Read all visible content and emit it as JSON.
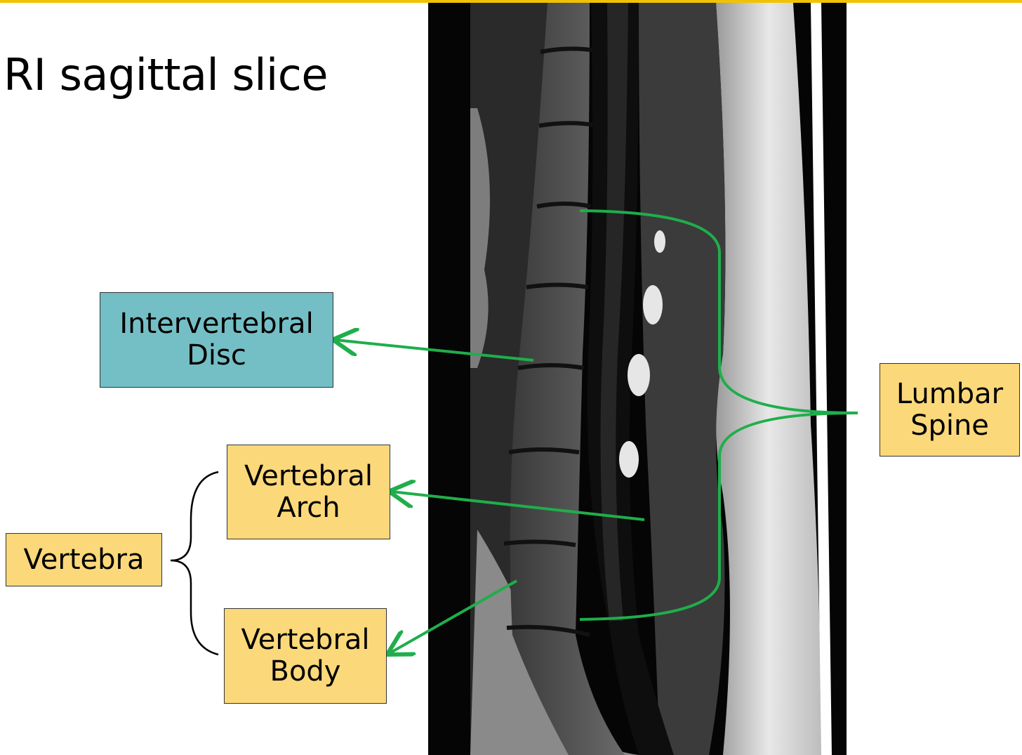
{
  "slide": {
    "title": "MRI sagittal slice"
  },
  "labels": {
    "intervertebral_disc": "Intervertebral\nDisc",
    "vertebral_arch": "Vertebral\nArch",
    "vertebral_body": "Vertebral\nBody",
    "vertebra": "Vertebra",
    "lumbar_spine": "Lumbar\nSpine"
  },
  "colors": {
    "accent_bar": "#f2c200",
    "label_yellow": "#fbd87a",
    "label_teal": "#74bfc5",
    "arrow_green": "#1fae4b"
  }
}
